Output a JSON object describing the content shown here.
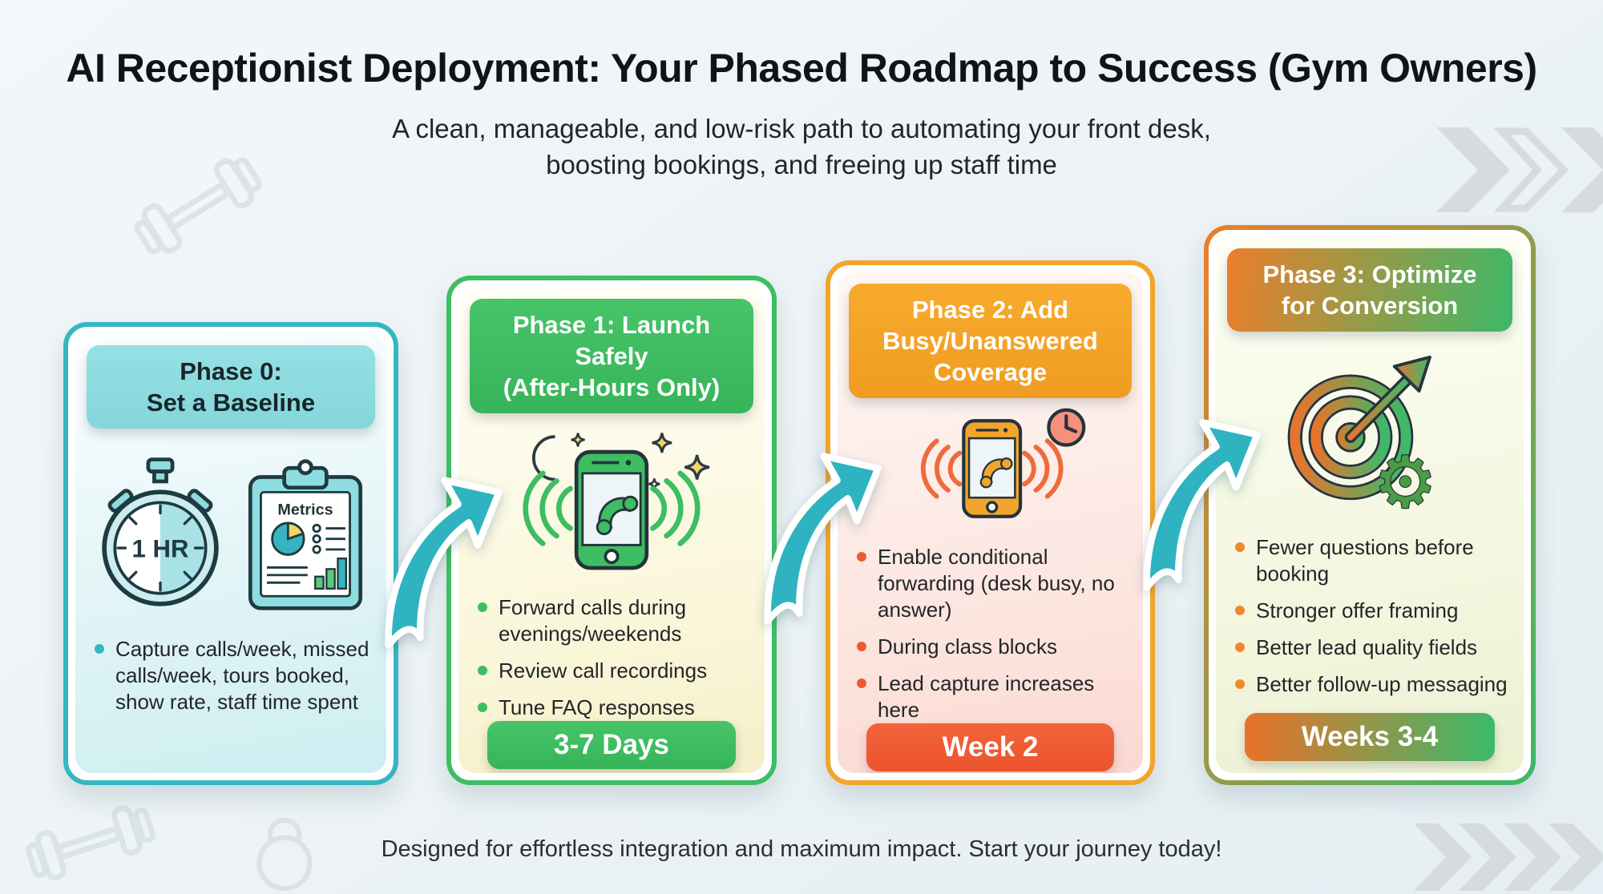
{
  "title": "AI Receptionist Deployment: Your Phased Roadmap to Success (Gym Owners)",
  "subtitle": {
    "line1": "A clean, manageable, and low-risk path to automating your front desk,",
    "line2": "boosting bookings, and freeing up staff time"
  },
  "footer": "Designed for effortless integration and maximum impact. Start your journey today!",
  "colors": {
    "background": "#edf2f5",
    "phase0_accent": "#35b6c2",
    "phase0_header_bg": "#8fdce0",
    "phase1_accent": "#3ebd63",
    "phase2_accent": "#f2a42b",
    "phase2_bullet_and_badge": "#ee5a33",
    "phase3_gradient_start": "#ec7e2b",
    "phase3_gradient_end": "#3cb968",
    "flow_arrow": "#2fb3c0",
    "chevron_watermark": "#d5dbdf"
  },
  "phases": [
    {
      "name": "Phase 0",
      "header_lines": [
        "Phase 0:",
        "Set a Baseline"
      ],
      "icons": [
        "stopwatch-icon",
        "metrics-clipboard-icon"
      ],
      "stopwatch_label": "1 HR",
      "clipboard_label": "Metrics",
      "bullets": [
        "Capture calls/week, missed calls/week, tours booked, show rate, staff time spent"
      ],
      "badge": null
    },
    {
      "name": "Phase 1",
      "header_lines": [
        "Phase 1: Launch Safely",
        "(After-Hours Only)"
      ],
      "icons": [
        "moon-icon",
        "sparkles-icon",
        "ringing-phone-icon"
      ],
      "bullets": [
        "Forward calls during evenings/weekends",
        "Review call recordings",
        "Tune FAQ responses"
      ],
      "badge": "3-7 Days"
    },
    {
      "name": "Phase 2",
      "header_lines": [
        "Phase 2: Add",
        "Busy/Unanswered",
        "Coverage"
      ],
      "icons": [
        "ringing-phone-icon",
        "clock-icon"
      ],
      "bullets": [
        "Enable conditional forwarding (desk busy, no answer)",
        "During class blocks",
        "Lead capture increases here"
      ],
      "badge": "Week 2"
    },
    {
      "name": "Phase 3",
      "header_lines": [
        "Phase 3: Optimize",
        "for Conversion"
      ],
      "icons": [
        "target-growth-arrow-icon",
        "gear-icon"
      ],
      "bullets": [
        "Fewer questions before booking",
        "Stronger offer framing",
        "Better lead quality fields",
        "Better follow-up messaging"
      ],
      "badge": "Weeks 3-4"
    }
  ]
}
